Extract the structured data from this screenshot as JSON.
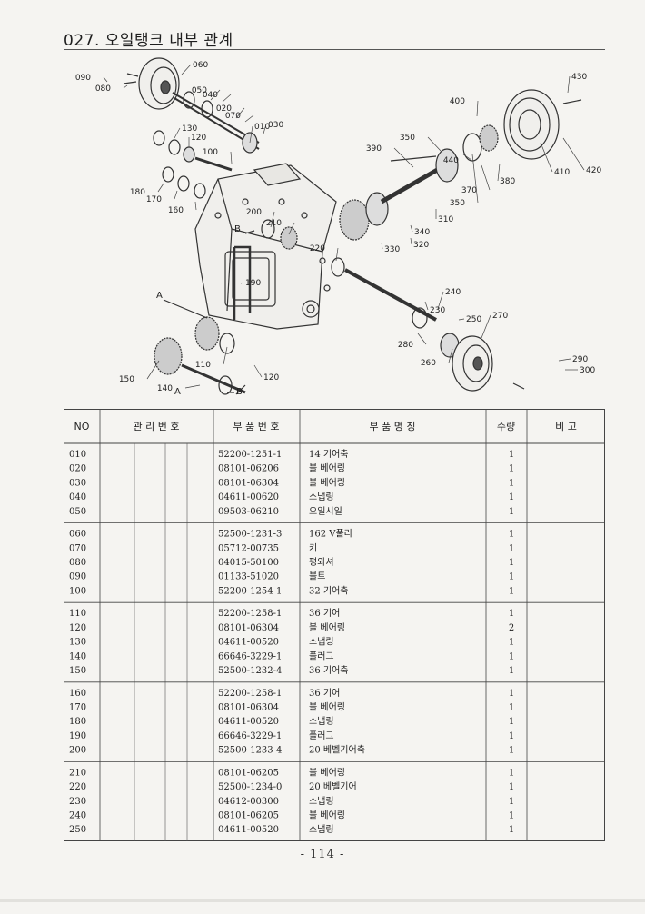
{
  "title": "027. 오일탱크 내부 관계",
  "diagram": {
    "callouts": [
      "010",
      "020",
      "030",
      "040",
      "050",
      "060",
      "070",
      "080",
      "090",
      "100",
      "110",
      "120",
      "120",
      "130",
      "140",
      "150",
      "160",
      "170",
      "180",
      "190",
      "200",
      "210",
      "220",
      "230",
      "240",
      "250",
      "260",
      "270",
      "280",
      "290",
      "300",
      "310",
      "320",
      "330",
      "340",
      "350",
      "350",
      "370",
      "380",
      "390",
      "400",
      "410",
      "420",
      "430",
      "440"
    ],
    "ref_labels": [
      "A",
      "A",
      "B",
      "B"
    ]
  },
  "table": {
    "headers": {
      "no": "NO",
      "mgmt": "관 리 번 호",
      "part_no": "부 품 번 호",
      "name": "부 품 명 칭",
      "qty": "수량",
      "remarks": "비 고"
    },
    "groups": [
      [
        {
          "no": "010",
          "part_no": "52200-1251-1",
          "name": "14 기어축",
          "qty": "1"
        },
        {
          "no": "020",
          "part_no": "08101-06206",
          "name": "볼 베어링",
          "qty": "1"
        },
        {
          "no": "030",
          "part_no": "08101-06304",
          "name": "볼 베어링",
          "qty": "1"
        },
        {
          "no": "040",
          "part_no": "04611-00620",
          "name": "스냅링",
          "qty": "1"
        },
        {
          "no": "050",
          "part_no": "09503-06210",
          "name": "오일시일",
          "qty": "1"
        }
      ],
      [
        {
          "no": "060",
          "part_no": "52500-1231-3",
          "name": "162 V풀리",
          "qty": "1"
        },
        {
          "no": "070",
          "part_no": "05712-00735",
          "name": "키",
          "qty": "1"
        },
        {
          "no": "080",
          "part_no": "04015-50100",
          "name": "평와셔",
          "qty": "1"
        },
        {
          "no": "090",
          "part_no": "01133-51020",
          "name": "볼트",
          "qty": "1"
        },
        {
          "no": "100",
          "part_no": "52200-1254-1",
          "name": "32 기어축",
          "qty": "1"
        }
      ],
      [
        {
          "no": "110",
          "part_no": "52200-1258-1",
          "name": "36 기어",
          "qty": "1"
        },
        {
          "no": "120",
          "part_no": "08101-06304",
          "name": "볼 베어링",
          "qty": "2"
        },
        {
          "no": "130",
          "part_no": "04611-00520",
          "name": "스냅링",
          "qty": "1"
        },
        {
          "no": "140",
          "part_no": "66646-3229-1",
          "name": "플러그",
          "qty": "1"
        },
        {
          "no": "150",
          "part_no": "52500-1232-4",
          "name": "36 기어축",
          "qty": "1"
        }
      ],
      [
        {
          "no": "160",
          "part_no": "52200-1258-1",
          "name": "36 기어",
          "qty": "1"
        },
        {
          "no": "170",
          "part_no": "08101-06304",
          "name": "볼 베어링",
          "qty": "1"
        },
        {
          "no": "180",
          "part_no": "04611-00520",
          "name": "스냅링",
          "qty": "1"
        },
        {
          "no": "190",
          "part_no": "66646-3229-1",
          "name": "플러그",
          "qty": "1"
        },
        {
          "no": "200",
          "part_no": "52500-1233-4",
          "name": "20 베벨기어축",
          "qty": "1"
        }
      ],
      [
        {
          "no": "210",
          "part_no": "08101-06205",
          "name": "볼 베어링",
          "qty": "1"
        },
        {
          "no": "220",
          "part_no": "52500-1234-0",
          "name": "20 베벨기어",
          "qty": "1"
        },
        {
          "no": "230",
          "part_no": "04612-00300",
          "name": "스냅링",
          "qty": "1"
        },
        {
          "no": "240",
          "part_no": "08101-06205",
          "name": "볼 베어링",
          "qty": "1"
        },
        {
          "no": "250",
          "part_no": "04611-00520",
          "name": "스냅링",
          "qty": "1"
        }
      ]
    ]
  },
  "footer": {
    "page": "- 114 -"
  }
}
